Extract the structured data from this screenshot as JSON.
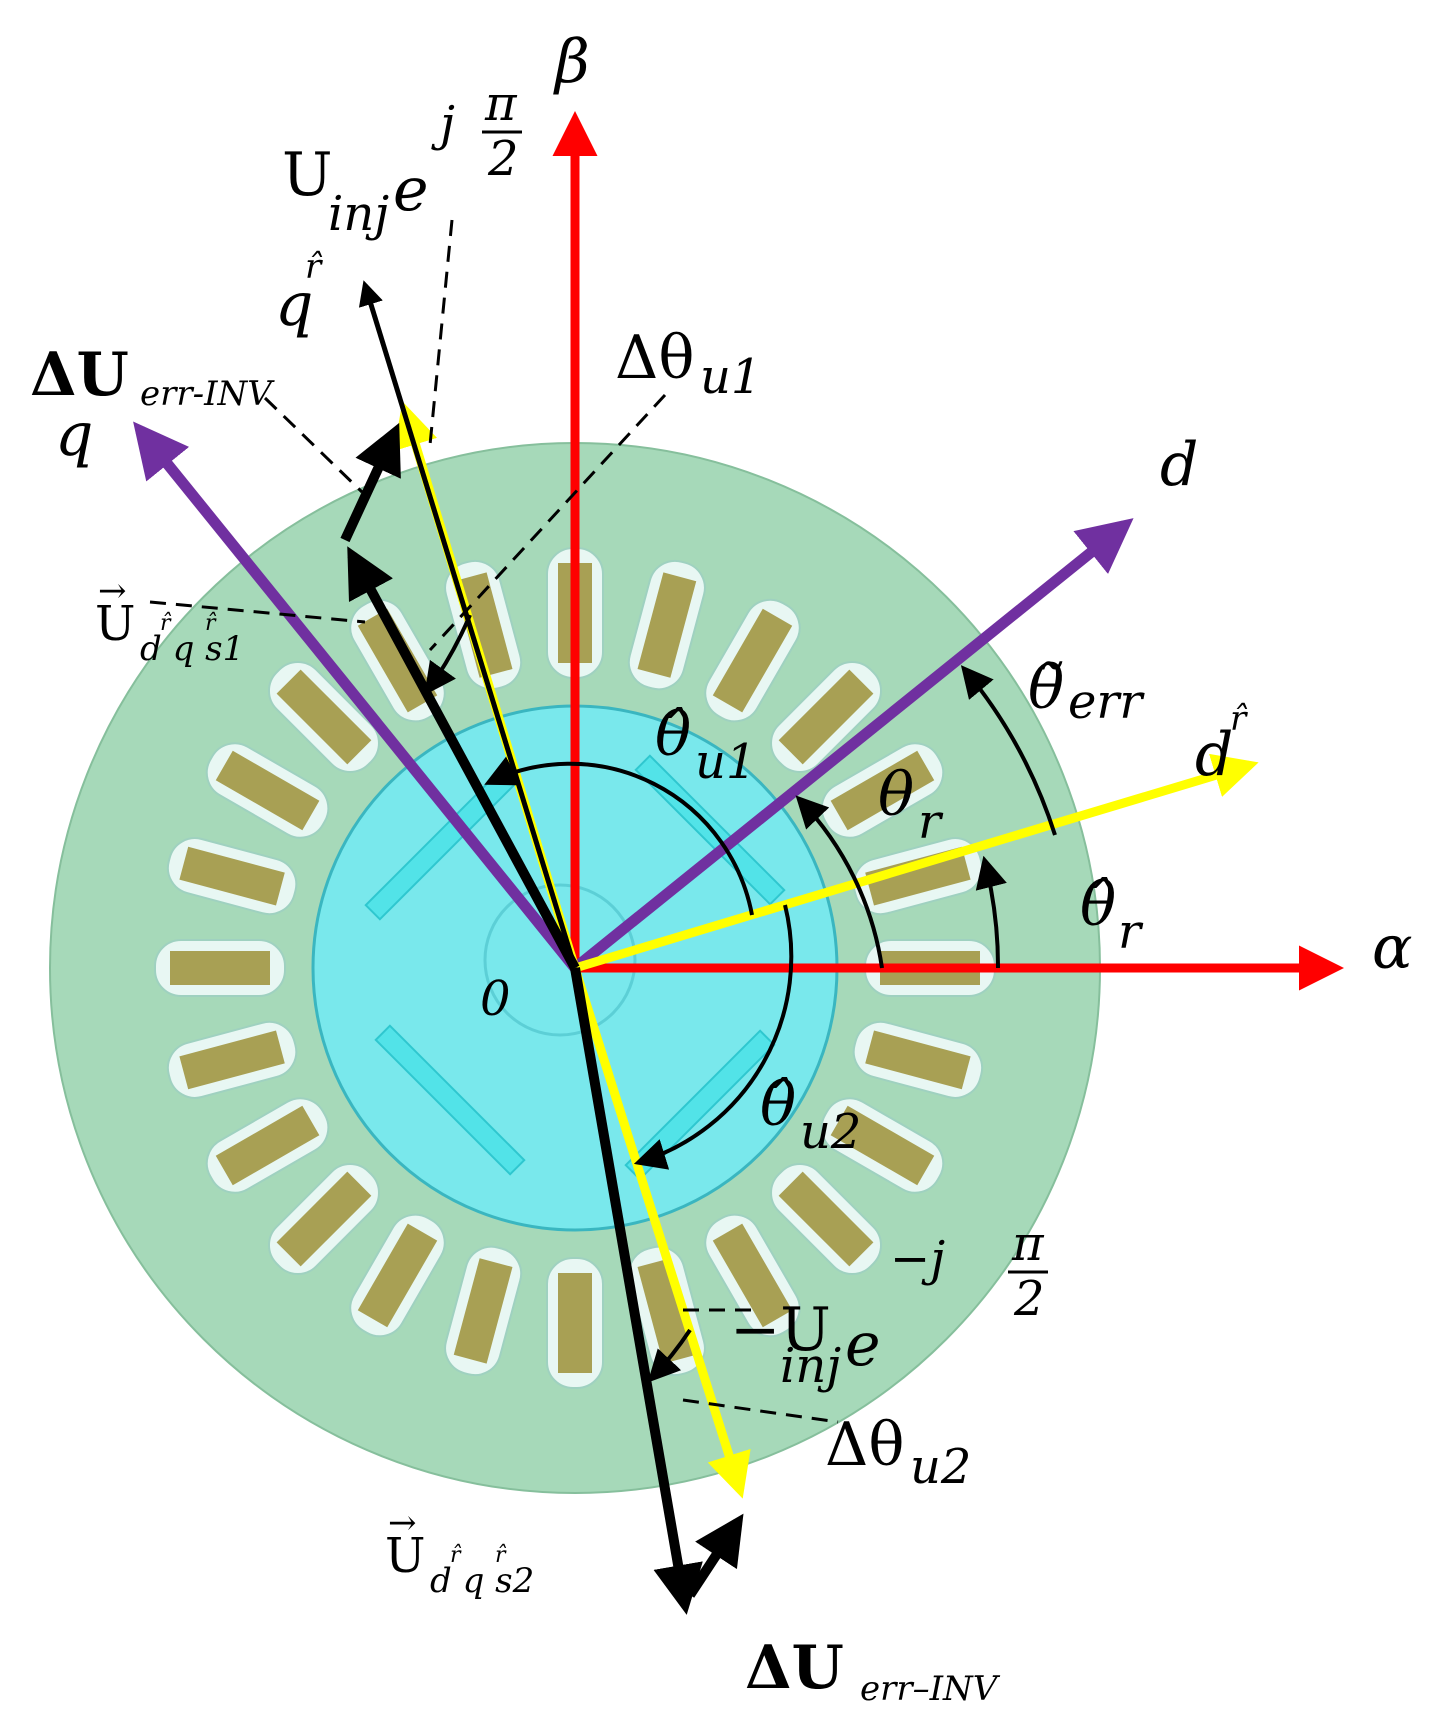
{
  "colors": {
    "stator": "#a6d9b9",
    "stator_edge": "#86bf9c",
    "rotor": "#79e8ec",
    "rotor_edge": "#3ab6c0",
    "slot_outline": "#e8f7f3",
    "slot_fill": "#a8a054",
    "axis_ab": "#ff0000",
    "axis_dq": "#7030a0",
    "axis_est": "#ffff00",
    "vector": "#000000"
  },
  "axes": {
    "alpha": "α",
    "beta": "β",
    "d": "d",
    "q": "q",
    "d_hat": "d",
    "d_hat_sup": "r̂",
    "q_hat": "q",
    "q_hat_sup": "r̂",
    "origin": "0"
  },
  "angles": {
    "theta_err": "θ̃",
    "theta_err_sub": "err",
    "theta_r": "θ",
    "theta_r_sub": "r",
    "theta_r_hat": "θ̂",
    "theta_r_hat_sub": "r",
    "theta_u1": "θ̂",
    "theta_u1_sub": "u1",
    "theta_u2": "θ̂",
    "theta_u2_sub": "u2",
    "delta_theta_u1": "Δθ",
    "delta_theta_u1_sub": "u1",
    "delta_theta_u2": "Δθ",
    "delta_theta_u2_sub": "u2"
  },
  "vectors": {
    "delta_u_err_top": "ΔU",
    "delta_u_err_top_sub": "err-INV",
    "delta_u_err_bottom": "ΔU",
    "delta_u_err_bottom_sub": "err–INV",
    "u_s1": "U",
    "u_s1_sub": "d q s1",
    "u_s1_sup1": "r̂",
    "u_s1_sup2": "r̂",
    "u_s2": "U",
    "u_s2_sub": "d q s2",
    "u_s2_sup1": "r̂",
    "u_s2_sup2": "r̂",
    "u_inj_pos": "U",
    "u_inj_pos_sub": "inj",
    "u_inj_pos_e": "e",
    "u_inj_pos_exp": "j",
    "u_inj_neg": "−U",
    "u_inj_neg_sub": "inj",
    "u_inj_neg_e": "e",
    "u_inj_neg_exp": "−j",
    "pi": "π",
    "two": "2"
  }
}
